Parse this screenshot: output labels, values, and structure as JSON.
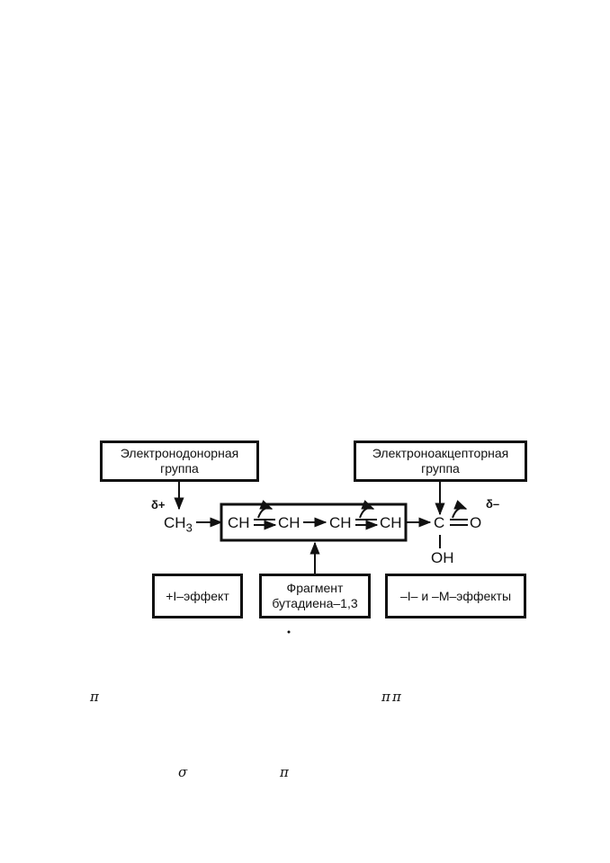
{
  "boxes": {
    "donor": {
      "line1": "Электронодонорная",
      "line2": "группа"
    },
    "acceptor": {
      "line1": "Электроноакцепторная",
      "line2": "группа"
    },
    "i_effect": "+I–эффект",
    "fragment": {
      "line1": "Фрагмент",
      "line2": "бутадиена–1,3"
    },
    "im_effects": "–I– и –M–эффекты"
  },
  "chain": {
    "delta_plus": "δ+",
    "ch3_main": "CH",
    "ch3_sub": "3",
    "ch_1": "CH",
    "ch_2": "CH",
    "ch_3": "CH",
    "ch_4": "CH",
    "c": "C",
    "o": "O",
    "delta_minus": "δ–",
    "oh": "OH"
  },
  "symbols": {
    "pi_1": "π",
    "pi_2": "π",
    "pi_3": "π",
    "sigma": "σ",
    "pi_4": "π"
  }
}
